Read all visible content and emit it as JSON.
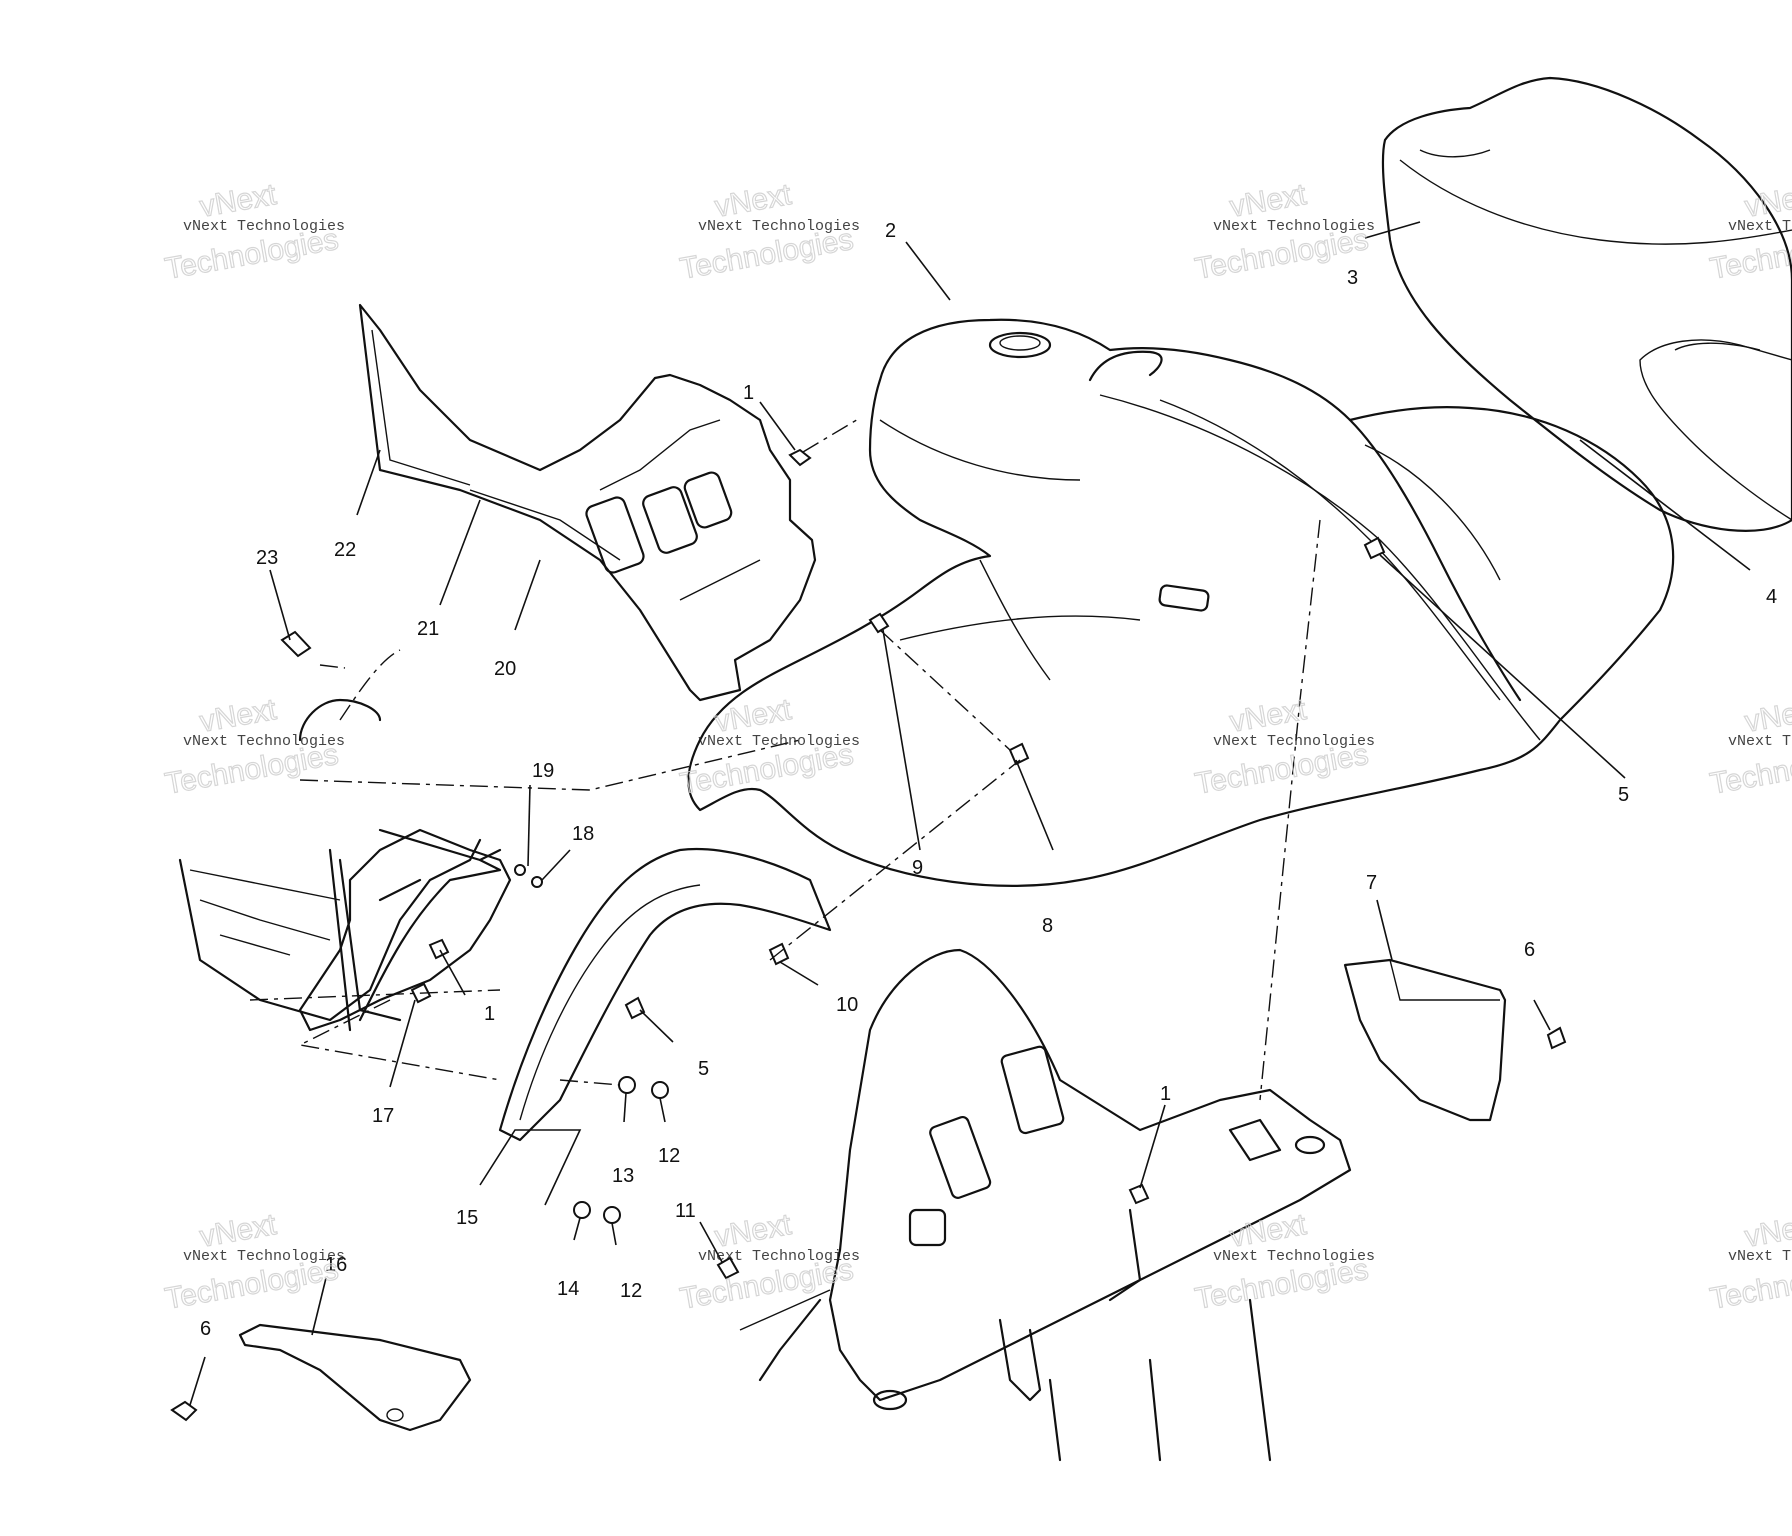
{
  "diagram": {
    "callouts": {
      "c1a": "1",
      "c1b": "1",
      "c1c": "1",
      "c2": "2",
      "c3": "3",
      "c4": "4",
      "c5a": "5",
      "c5b": "5",
      "c6a": "6",
      "c6b": "6",
      "c7": "7",
      "c8": "8",
      "c9": "9",
      "c10": "10",
      "c11": "11",
      "c12a": "12",
      "c12b": "12",
      "c13": "13",
      "c14": "14",
      "c15": "15",
      "c16": "16",
      "c17": "17",
      "c18": "18",
      "c19": "19",
      "c20": "20",
      "c21": "21",
      "c22": "22",
      "c23": "23"
    },
    "watermark": {
      "line1": "vNext Technologies",
      "line2": "vNext",
      "line3": "Technologies"
    }
  }
}
